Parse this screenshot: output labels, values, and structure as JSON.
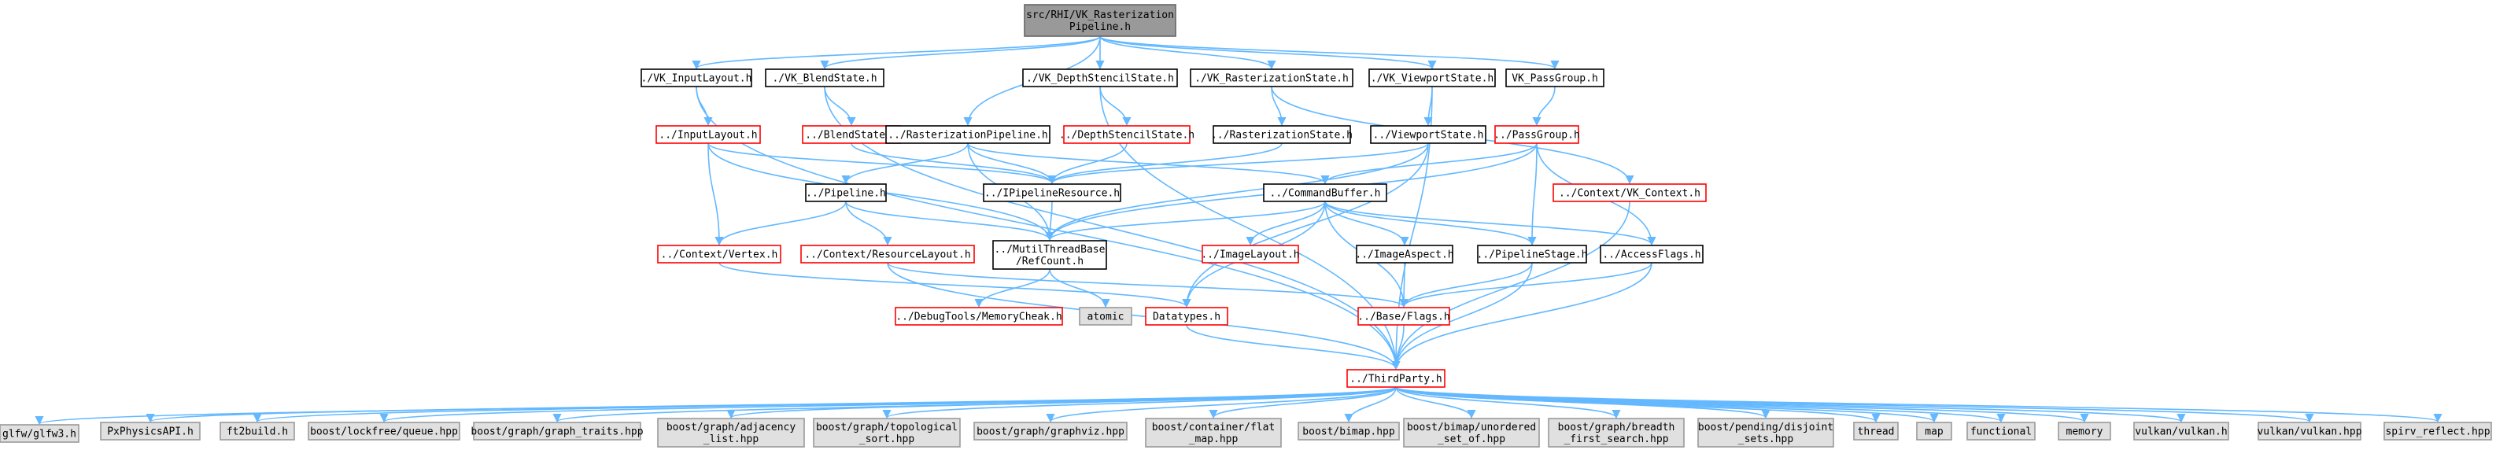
{
  "colors": {
    "edge": "#63b8ff",
    "root_fill": "#999999",
    "root_stroke": "#666666",
    "normal_fill": "#ffffff",
    "normal_stroke": "#000000",
    "highlight_fill": "#ffffff",
    "highlight_stroke": "#ff0000",
    "external_fill": "#e0e0e0",
    "external_stroke": "#999999"
  },
  "nodes": [
    {
      "id": "root",
      "kind": "root",
      "lines": [
        "src/RHI/VK_Rasterization",
        "Pipeline.h"
      ]
    },
    {
      "id": "vk_inputlayout",
      "kind": "normal",
      "lines": [
        "./VK_InputLayout.h"
      ]
    },
    {
      "id": "vk_blendstate",
      "kind": "normal",
      "lines": [
        "./VK_BlendState.h"
      ]
    },
    {
      "id": "vk_depthstencil",
      "kind": "normal",
      "lines": [
        "./VK_DepthStencilState.h"
      ]
    },
    {
      "id": "vk_rasterstate",
      "kind": "normal",
      "lines": [
        "./VK_RasterizationState.h"
      ]
    },
    {
      "id": "vk_viewport",
      "kind": "normal",
      "lines": [
        "./VK_ViewportState.h"
      ]
    },
    {
      "id": "vk_passgroup",
      "kind": "normal",
      "lines": [
        "VK_PassGroup.h"
      ]
    },
    {
      "id": "inputlayout",
      "kind": "highlight",
      "lines": [
        "../InputLayout.h"
      ]
    },
    {
      "id": "blendstate",
      "kind": "highlight",
      "lines": [
        "../BlendState.h"
      ]
    },
    {
      "id": "raster_pipeline",
      "kind": "normal",
      "lines": [
        "../RasterizationPipeline.h"
      ]
    },
    {
      "id": "depthstencil",
      "kind": "highlight",
      "lines": [
        "../DepthStencilState.h"
      ]
    },
    {
      "id": "rasterstate",
      "kind": "normal",
      "lines": [
        "../RasterizationState.h"
      ]
    },
    {
      "id": "viewportstate",
      "kind": "normal",
      "lines": [
        "../ViewportState.h"
      ]
    },
    {
      "id": "passgroup",
      "kind": "highlight",
      "lines": [
        "../PassGroup.h"
      ]
    },
    {
      "id": "pipeline",
      "kind": "normal",
      "lines": [
        "../Pipeline.h"
      ]
    },
    {
      "id": "ipipelineresource",
      "kind": "normal",
      "lines": [
        "../IPipelineResource.h"
      ]
    },
    {
      "id": "commandbuffer",
      "kind": "normal",
      "lines": [
        "../CommandBuffer.h"
      ]
    },
    {
      "id": "vk_context",
      "kind": "highlight",
      "lines": [
        "../Context/VK_Context.h"
      ]
    },
    {
      "id": "context_vertex",
      "kind": "highlight",
      "lines": [
        "../Context/Vertex.h"
      ]
    },
    {
      "id": "context_resourcelayout",
      "kind": "highlight",
      "lines": [
        "../Context/ResourceLayout.h"
      ]
    },
    {
      "id": "multithreadbase",
      "kind": "normal",
      "lines": [
        "../MutilThreadBase",
        "/RefCount.h"
      ]
    },
    {
      "id": "imagelayout",
      "kind": "highlight",
      "lines": [
        "../ImageLayout.h"
      ]
    },
    {
      "id": "imageaspect",
      "kind": "normal",
      "lines": [
        "../ImageAspect.h"
      ]
    },
    {
      "id": "pipelinestage",
      "kind": "normal",
      "lines": [
        "../PipelineStage.h"
      ]
    },
    {
      "id": "accessflags",
      "kind": "normal",
      "lines": [
        "../AccessFlags.h"
      ]
    },
    {
      "id": "memorycheck",
      "kind": "highlight",
      "lines": [
        "../DebugTools/MemoryCheak.h"
      ]
    },
    {
      "id": "atomic",
      "kind": "external",
      "lines": [
        "atomic"
      ]
    },
    {
      "id": "datatypes",
      "kind": "highlight",
      "lines": [
        "Datatypes.h"
      ]
    },
    {
      "id": "base_flags",
      "kind": "highlight",
      "lines": [
        "../Base/Flags.h"
      ]
    },
    {
      "id": "thirdparty",
      "kind": "highlight",
      "lines": [
        "../ThirdParty.h"
      ]
    },
    {
      "id": "glfw",
      "kind": "external",
      "lines": [
        "glfw/glfw3.h"
      ]
    },
    {
      "id": "physx",
      "kind": "external",
      "lines": [
        "PxPhysicsAPI.h"
      ]
    },
    {
      "id": "ft2build",
      "kind": "external",
      "lines": [
        "ft2build.h"
      ]
    },
    {
      "id": "lockfree",
      "kind": "external",
      "lines": [
        "boost/lockfree/queue.hpp"
      ]
    },
    {
      "id": "graph_traits",
      "kind": "external",
      "lines": [
        "boost/graph/graph_traits.hpp"
      ]
    },
    {
      "id": "adjacency",
      "kind": "external",
      "lines": [
        "boost/graph/adjacency",
        "_list.hpp"
      ]
    },
    {
      "id": "topological",
      "kind": "external",
      "lines": [
        "boost/graph/topological",
        "_sort.hpp"
      ]
    },
    {
      "id": "graphviz",
      "kind": "external",
      "lines": [
        "boost/graph/graphviz.hpp"
      ]
    },
    {
      "id": "flat_map",
      "kind": "external",
      "lines": [
        "boost/container/flat",
        "_map.hpp"
      ]
    },
    {
      "id": "bimap",
      "kind": "external",
      "lines": [
        "boost/bimap.hpp"
      ]
    },
    {
      "id": "unordered_set_of",
      "kind": "external",
      "lines": [
        "boost/bimap/unordered",
        "_set_of.hpp"
      ]
    },
    {
      "id": "breadth_first",
      "kind": "external",
      "lines": [
        "boost/graph/breadth",
        "_first_search.hpp"
      ]
    },
    {
      "id": "disjoint_sets",
      "kind": "external",
      "lines": [
        "boost/pending/disjoint",
        "_sets.hpp"
      ]
    },
    {
      "id": "thread",
      "kind": "external",
      "lines": [
        "thread"
      ]
    },
    {
      "id": "map",
      "kind": "external",
      "lines": [
        "map"
      ]
    },
    {
      "id": "functional",
      "kind": "external",
      "lines": [
        "functional"
      ]
    },
    {
      "id": "memory",
      "kind": "external",
      "lines": [
        "memory"
      ]
    },
    {
      "id": "vulkan_h",
      "kind": "external",
      "lines": [
        "vulkan/vulkan.h"
      ]
    },
    {
      "id": "vulkan_hpp",
      "kind": "external",
      "lines": [
        "vulkan/vulkan.hpp"
      ]
    },
    {
      "id": "spirv",
      "kind": "external",
      "lines": [
        "spirv_reflect.hpp"
      ]
    }
  ],
  "edges": [
    [
      "root",
      "vk_inputlayout"
    ],
    [
      "root",
      "vk_blendstate"
    ],
    [
      "root",
      "vk_depthstencil"
    ],
    [
      "root",
      "vk_rasterstate"
    ],
    [
      "root",
      "vk_viewport"
    ],
    [
      "root",
      "vk_passgroup"
    ],
    [
      "root",
      "raster_pipeline"
    ],
    [
      "vk_inputlayout",
      "inputlayout"
    ],
    [
      "vk_inputlayout",
      "thirdparty"
    ],
    [
      "vk_blendstate",
      "blendstate"
    ],
    [
      "vk_blendstate",
      "thirdparty"
    ],
    [
      "vk_depthstencil",
      "depthstencil"
    ],
    [
      "vk_depthstencil",
      "thirdparty"
    ],
    [
      "vk_rasterstate",
      "rasterstate"
    ],
    [
      "vk_rasterstate",
      "vk_context"
    ],
    [
      "vk_viewport",
      "viewportstate"
    ],
    [
      "vk_viewport",
      "thirdparty"
    ],
    [
      "vk_passgroup",
      "passgroup"
    ],
    [
      "inputlayout",
      "context_vertex"
    ],
    [
      "inputlayout",
      "ipipelineresource"
    ],
    [
      "inputlayout",
      "multithreadbase"
    ],
    [
      "blendstate",
      "ipipelineresource"
    ],
    [
      "raster_pipeline",
      "pipeline"
    ],
    [
      "raster_pipeline",
      "ipipelineresource"
    ],
    [
      "raster_pipeline",
      "multithreadbase"
    ],
    [
      "raster_pipeline",
      "commandbuffer"
    ],
    [
      "depthstencil",
      "ipipelineresource"
    ],
    [
      "rasterstate",
      "ipipelineresource"
    ],
    [
      "viewportstate",
      "ipipelineresource"
    ],
    [
      "viewportstate",
      "multithreadbase"
    ],
    [
      "viewportstate",
      "datatypes"
    ],
    [
      "passgroup",
      "commandbuffer"
    ],
    [
      "passgroup",
      "multithreadbase"
    ],
    [
      "passgroup",
      "pipelinestage"
    ],
    [
      "passgroup",
      "accessflags"
    ],
    [
      "pipeline",
      "context_vertex"
    ],
    [
      "pipeline",
      "context_resourcelayout"
    ],
    [
      "pipeline",
      "multithreadbase"
    ],
    [
      "ipipelineresource",
      "multithreadbase"
    ],
    [
      "commandbuffer",
      "multithreadbase"
    ],
    [
      "commandbuffer",
      "imagelayout"
    ],
    [
      "commandbuffer",
      "imageaspect"
    ],
    [
      "commandbuffer",
      "pipelinestage"
    ],
    [
      "commandbuffer",
      "accessflags"
    ],
    [
      "commandbuffer",
      "datatypes"
    ],
    [
      "commandbuffer",
      "base_flags"
    ],
    [
      "vk_context",
      "thirdparty"
    ],
    [
      "context_vertex",
      "datatypes"
    ],
    [
      "context_resourcelayout",
      "base_flags"
    ],
    [
      "context_resourcelayout",
      "thirdparty"
    ],
    [
      "multithreadbase",
      "memorycheck"
    ],
    [
      "multithreadbase",
      "atomic"
    ],
    [
      "imageaspect",
      "base_flags"
    ],
    [
      "pipelinestage",
      "base_flags"
    ],
    [
      "pipelinestage",
      "thirdparty"
    ],
    [
      "accessflags",
      "base_flags"
    ],
    [
      "accessflags",
      "thirdparty"
    ],
    [
      "datatypes",
      "thirdparty"
    ],
    [
      "base_flags",
      "thirdparty"
    ],
    [
      "thirdparty",
      "glfw"
    ],
    [
      "thirdparty",
      "physx"
    ],
    [
      "thirdparty",
      "ft2build"
    ],
    [
      "thirdparty",
      "lockfree"
    ],
    [
      "thirdparty",
      "graph_traits"
    ],
    [
      "thirdparty",
      "adjacency"
    ],
    [
      "thirdparty",
      "topological"
    ],
    [
      "thirdparty",
      "graphviz"
    ],
    [
      "thirdparty",
      "flat_map"
    ],
    [
      "thirdparty",
      "bimap"
    ],
    [
      "thirdparty",
      "unordered_set_of"
    ],
    [
      "thirdparty",
      "breadth_first"
    ],
    [
      "thirdparty",
      "disjoint_sets"
    ],
    [
      "thirdparty",
      "thread"
    ],
    [
      "thirdparty",
      "map"
    ],
    [
      "thirdparty",
      "functional"
    ],
    [
      "thirdparty",
      "memory"
    ],
    [
      "thirdparty",
      "vulkan_h"
    ],
    [
      "thirdparty",
      "vulkan_hpp"
    ],
    [
      "thirdparty",
      "spirv"
    ]
  ]
}
